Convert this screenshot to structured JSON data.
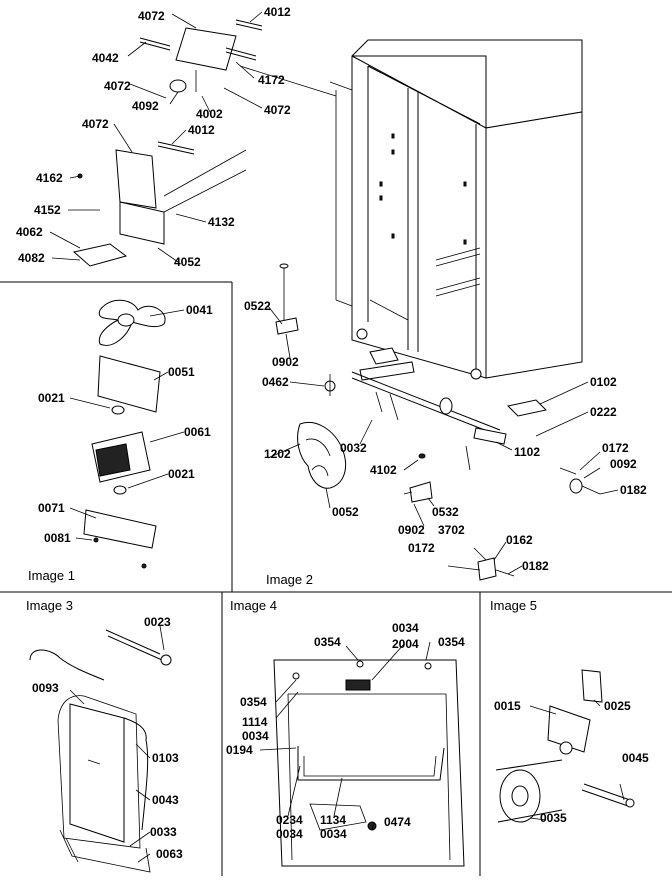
{
  "captions": {
    "image1": "Image 1",
    "image2": "Image 2",
    "image3": "Image 3",
    "image4": "Image 4",
    "image5": "Image 5"
  },
  "labels": {
    "p4072a": "4072",
    "p4012a": "4012",
    "p4042": "4042",
    "p4172": "4172",
    "p4072b": "4072",
    "p4092": "4092",
    "p4002": "4002",
    "p4072c": "4072",
    "p4072d": "4072",
    "p4012b": "4012",
    "p4162": "4162",
    "p4152": "4152",
    "p4132": "4132",
    "p4062": "4062",
    "p4082": "4082",
    "p4052": "4052",
    "p0041": "0041",
    "p0051": "0051",
    "p0021a": "0021",
    "p0061": "0061",
    "p0021b": "0021",
    "p0071": "0071",
    "p0081": "0081",
    "p0522": "0522",
    "p0902a": "0902",
    "p0462": "0462",
    "p0102": "0102",
    "p0222": "0222",
    "p1202": "1202",
    "p0032": "0032",
    "p4102": "4102",
    "p1102": "1102",
    "p0172a": "0172",
    "p0092": "0092",
    "p0182a": "0182",
    "p0052": "0052",
    "p0532": "0532",
    "p0902b": "0902",
    "p3702": "3702",
    "p0172b": "0172",
    "p0162": "0162",
    "p0182b": "0182",
    "p0023": "0023",
    "p0093": "0093",
    "p0103": "0103",
    "p0043": "0043",
    "p0033": "0033",
    "p0063": "0063",
    "p0034a": "0034",
    "p2004": "2004",
    "p0354a": "0354",
    "p0354b": "0354",
    "p0354c": "0354",
    "p1114": "1114",
    "p0034b": "0034",
    "p0194": "0194",
    "p0234": "0234",
    "p0034c": "0034",
    "p1134": "1134",
    "p0034d": "0034",
    "p0474": "0474",
    "p0015": "0015",
    "p0025": "0025",
    "p0045": "0045",
    "p0035": "0035"
  }
}
